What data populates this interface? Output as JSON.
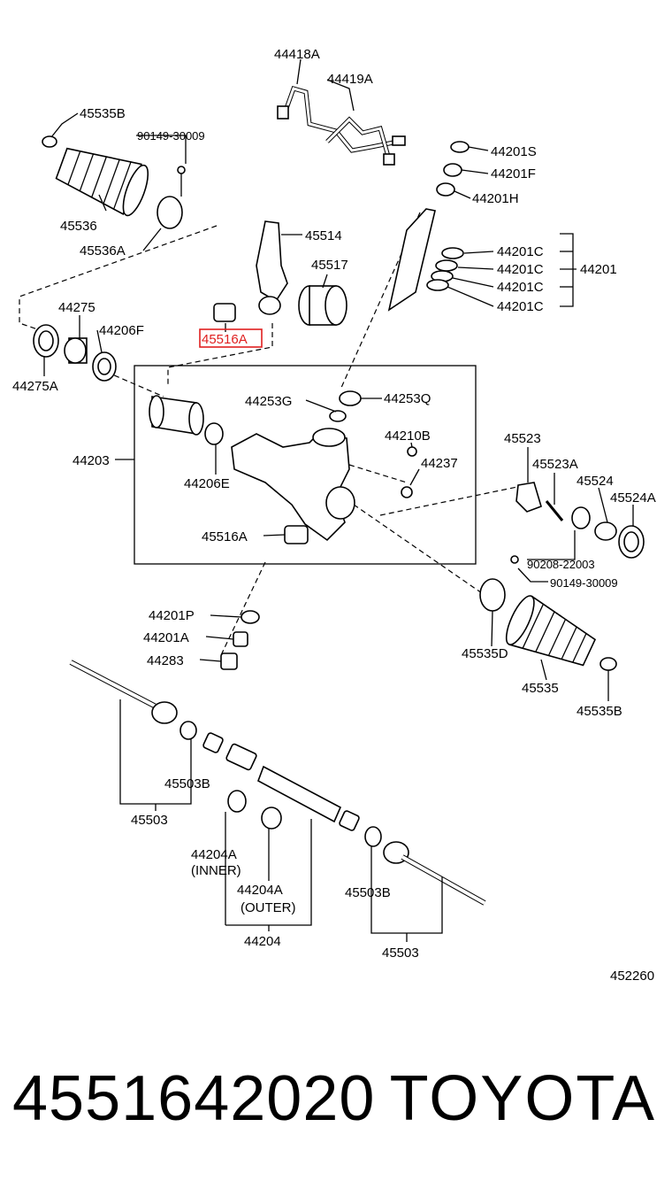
{
  "diagram": {
    "highlight_color": "#e02020",
    "highlighted_label": "45516A",
    "drawing_number": "452260",
    "labels": [
      "44418A",
      "44419A",
      "45535B",
      "90149-30009",
      "44201S",
      "44201F",
      "44201H",
      "45536",
      "45536A",
      "45514",
      "45517",
      "44201C",
      "44201C",
      "44201C",
      "44201C",
      "44201",
      "44275",
      "44206F",
      "45516A",
      "44275A",
      "44253G",
      "44253Q",
      "44203",
      "44206E",
      "44210B",
      "44237",
      "45516A",
      "45523",
      "45523A",
      "45524",
      "45524A",
      "90208-22003",
      "90149-30009",
      "44201P",
      "44201A",
      "44283",
      "45535D",
      "45535",
      "45535B",
      "45503B",
      "45503",
      "44204A",
      "(INNER)",
      "44204A",
      "(OUTER)",
      "44204",
      "45503B",
      "45503"
    ]
  },
  "footer": {
    "part_number": "4551642020",
    "brand": "TOYOTA"
  }
}
